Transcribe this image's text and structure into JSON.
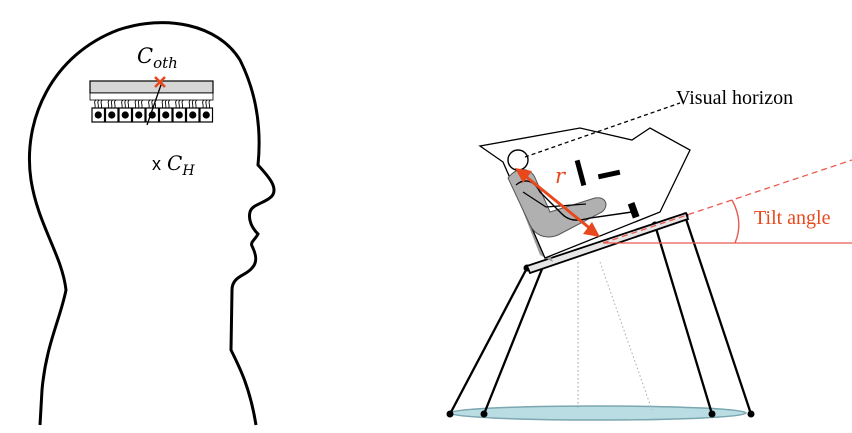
{
  "left_panel": {
    "otolith_label_main": "C",
    "otolith_label_sub": "oth",
    "head_marker": "x",
    "head_label_main": "C",
    "head_label_sub": "H"
  },
  "right_panel": {
    "visual_horizon_label": "Visual horizon",
    "radius_label": "r",
    "tilt_angle_label": "Tilt angle"
  },
  "colors": {
    "outline": "#000000",
    "accent": "#e8481c",
    "tilt_line": "#e85a50",
    "base_fill": "#b9dde3",
    "seat_gray": "#b0b0b0"
  },
  "icons": {
    "otolith_marker": "red-x-marker"
  }
}
